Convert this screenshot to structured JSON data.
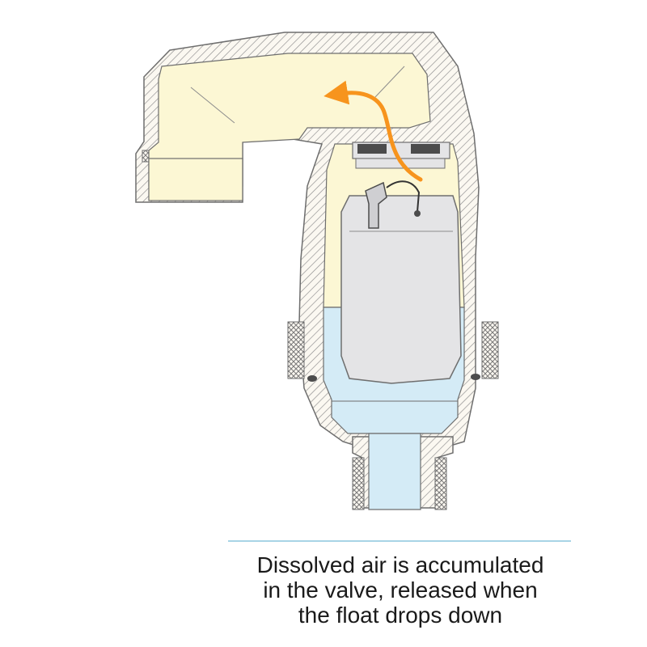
{
  "caption": {
    "line1": "Dissolved air is accumulated",
    "line2": "in the valve, released when",
    "line3": "the float drops down"
  },
  "colors": {
    "body_fill": "#fbf8f1",
    "hatch_stroke": "#8c8c8c",
    "outline": "#6e6e6e",
    "air_yellow": "#fcf7d4",
    "water_blue": "#d4ebf6",
    "float_grey": "#e4e4e6",
    "seal_dark": "#4c4c4c",
    "arrow_orange": "#f7941d",
    "divider": "#a8d4e6"
  }
}
